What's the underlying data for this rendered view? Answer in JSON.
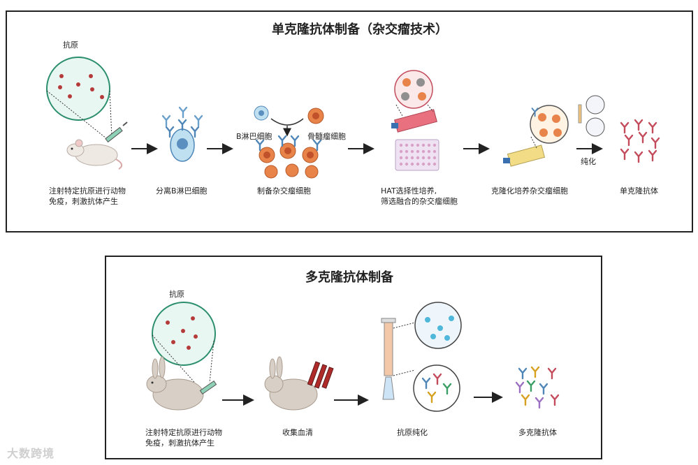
{
  "mono": {
    "title": "单克隆抗体制备（杂交瘤技术）",
    "antigen_label": "抗原",
    "b_cell_label": "B淋巴细胞",
    "myeloma_label": "骨髓瘤细胞",
    "purify_label": "纯化",
    "steps": [
      {
        "line1": "注射特定抗原进行动物",
        "line2": "免疫，刺激抗体产生"
      },
      {
        "line1": "分离B淋巴细胞",
        "line2": ""
      },
      {
        "line1": "制备杂交瘤细胞",
        "line2": ""
      },
      {
        "line1": "HAT选择性培养,",
        "line2": "筛选融合的杂交瘤细胞"
      },
      {
        "line1": "克隆化培养杂交瘤细胞",
        "line2": ""
      },
      {
        "line1": "单克隆抗体",
        "line2": ""
      }
    ]
  },
  "poly": {
    "title": "多克隆抗体制备",
    "antigen_label": "抗原",
    "steps": [
      {
        "line1": "注射特定抗原进行动物",
        "line2": "免疫，刺激抗体产生"
      },
      {
        "line1": "收集血清",
        "line2": ""
      },
      {
        "line1": "抗原纯化",
        "line2": ""
      },
      {
        "line1": "多克隆抗体",
        "line2": ""
      }
    ]
  },
  "watermark": "大数跨境",
  "colors": {
    "antigen": "#b53b3b",
    "bcell": "#8fc3e0",
    "hybridoma": "#e8834a",
    "antibody_blue": "#4f86b8",
    "antibody_red": "#c44b5b"
  }
}
